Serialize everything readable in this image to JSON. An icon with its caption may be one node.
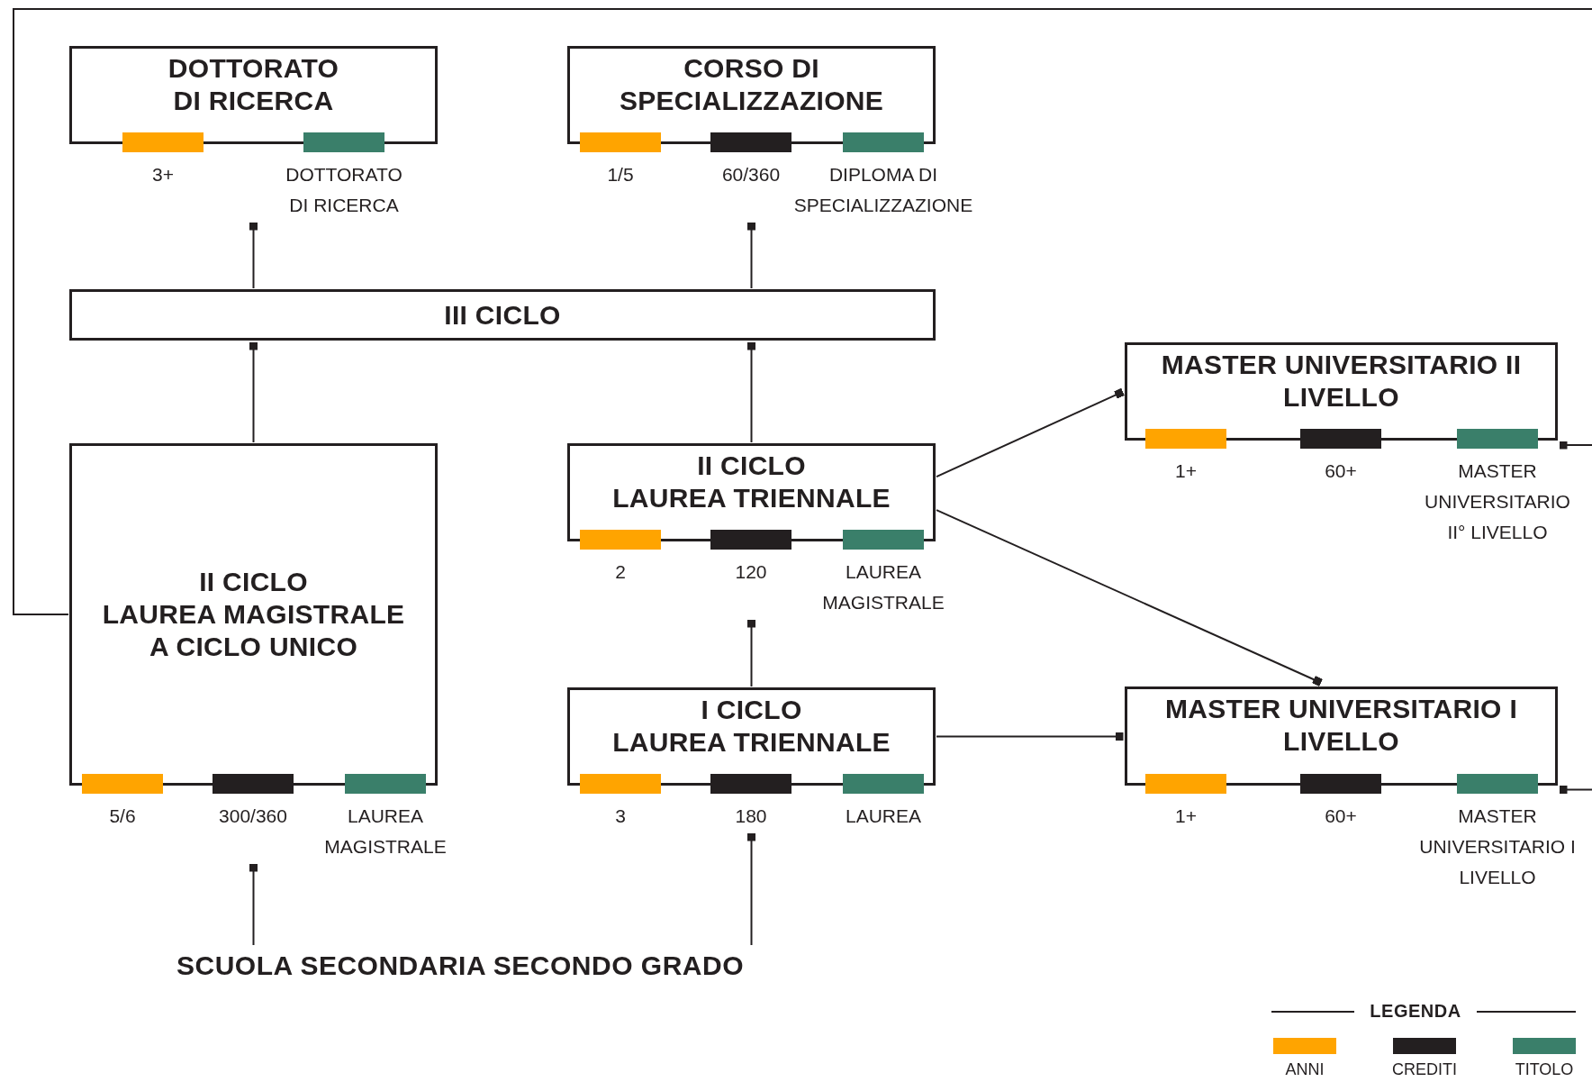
{
  "diagram": {
    "nodes": [
      {
        "text": [
          "DOTTORATO DI RICERCA"
        ],
        "beside": [
          "3+",
          "DOTTORATO DI RICERCA"
        ]
      },
      {
        "text": [
          "CORSO DI SPECIALIZZAZIONE"
        ],
        "beside": [
          "1/5",
          "60/360",
          "DIPLOMA DI SPECIALIZZAZIONE"
        ]
      },
      {
        "text": [
          "III CICLO"
        ]
      },
      {
        "text": [
          "MASTER UNIVERSITARIO II LIVELLO"
        ],
        "beside": [
          "1+",
          "60+",
          "MASTER UNIVERSITARIO II° LIVELLO"
        ]
      },
      {
        "text": [
          "II CICLO",
          "LAUREA MAGISTRALE A CICLO UNICO"
        ],
        "beside": [
          "5/6",
          "300/360",
          "LAUREA MAGISTRALE"
        ]
      },
      {
        "text": [
          "II CICLO",
          "LAUREA TRIENNALE"
        ],
        "beside": [
          "2",
          "120",
          "LAUREA MAGISTRALE"
        ]
      },
      {
        "text": [
          "I CICLO",
          "LAUREA TRIENNALE"
        ],
        "beside": [
          "3",
          "180",
          "LAUREA"
        ]
      },
      {
        "text": [
          "MASTER UNIVERSITARIO I LIVELLO"
        ],
        "beside": [
          "1+",
          "60+",
          "MASTER UNIVERSITARIO I LIVELLO"
        ]
      },
      {
        "text": [
          "SCUOLA SECONDARIA SECONDO GRADO"
        ]
      }
    ],
    "edges": [
      {
        "from": 8,
        "to": 4,
        "arrow": "other"
      },
      {
        "from": 8,
        "to": 6,
        "arrow": "other"
      },
      {
        "from": 6,
        "to": 5,
        "arrow": "other"
      },
      {
        "from": 4,
        "to": 2,
        "arrow": "other"
      },
      {
        "from": 5,
        "to": 2,
        "arrow": "other"
      },
      {
        "from": 2,
        "to": 0,
        "arrow": "other"
      },
      {
        "from": 2,
        "to": 1,
        "arrow": "other"
      },
      {
        "from": 5,
        "to": 3,
        "arrow": "other"
      },
      {
        "from": 5,
        "to": 7,
        "arrow": "other"
      },
      {
        "from": 6,
        "to": 7,
        "arrow": "other"
      },
      {
        "from": null,
        "to": 3,
        "arrow": "other"
      },
      {
        "from": null,
        "to": 7,
        "arrow": "other"
      },
      {
        "from": 4,
        "to": null,
        "arrow": "none"
      }
    ],
    "labels": [
      "LEGENDA"
    ],
    "legend": [
      {
        "text": "ANNI",
        "color": "#ffa400"
      },
      {
        "text": "CREDITI",
        "color": "#231f20"
      },
      {
        "text": "TITOLO",
        "color": "#3a7f6a"
      }
    ]
  }
}
